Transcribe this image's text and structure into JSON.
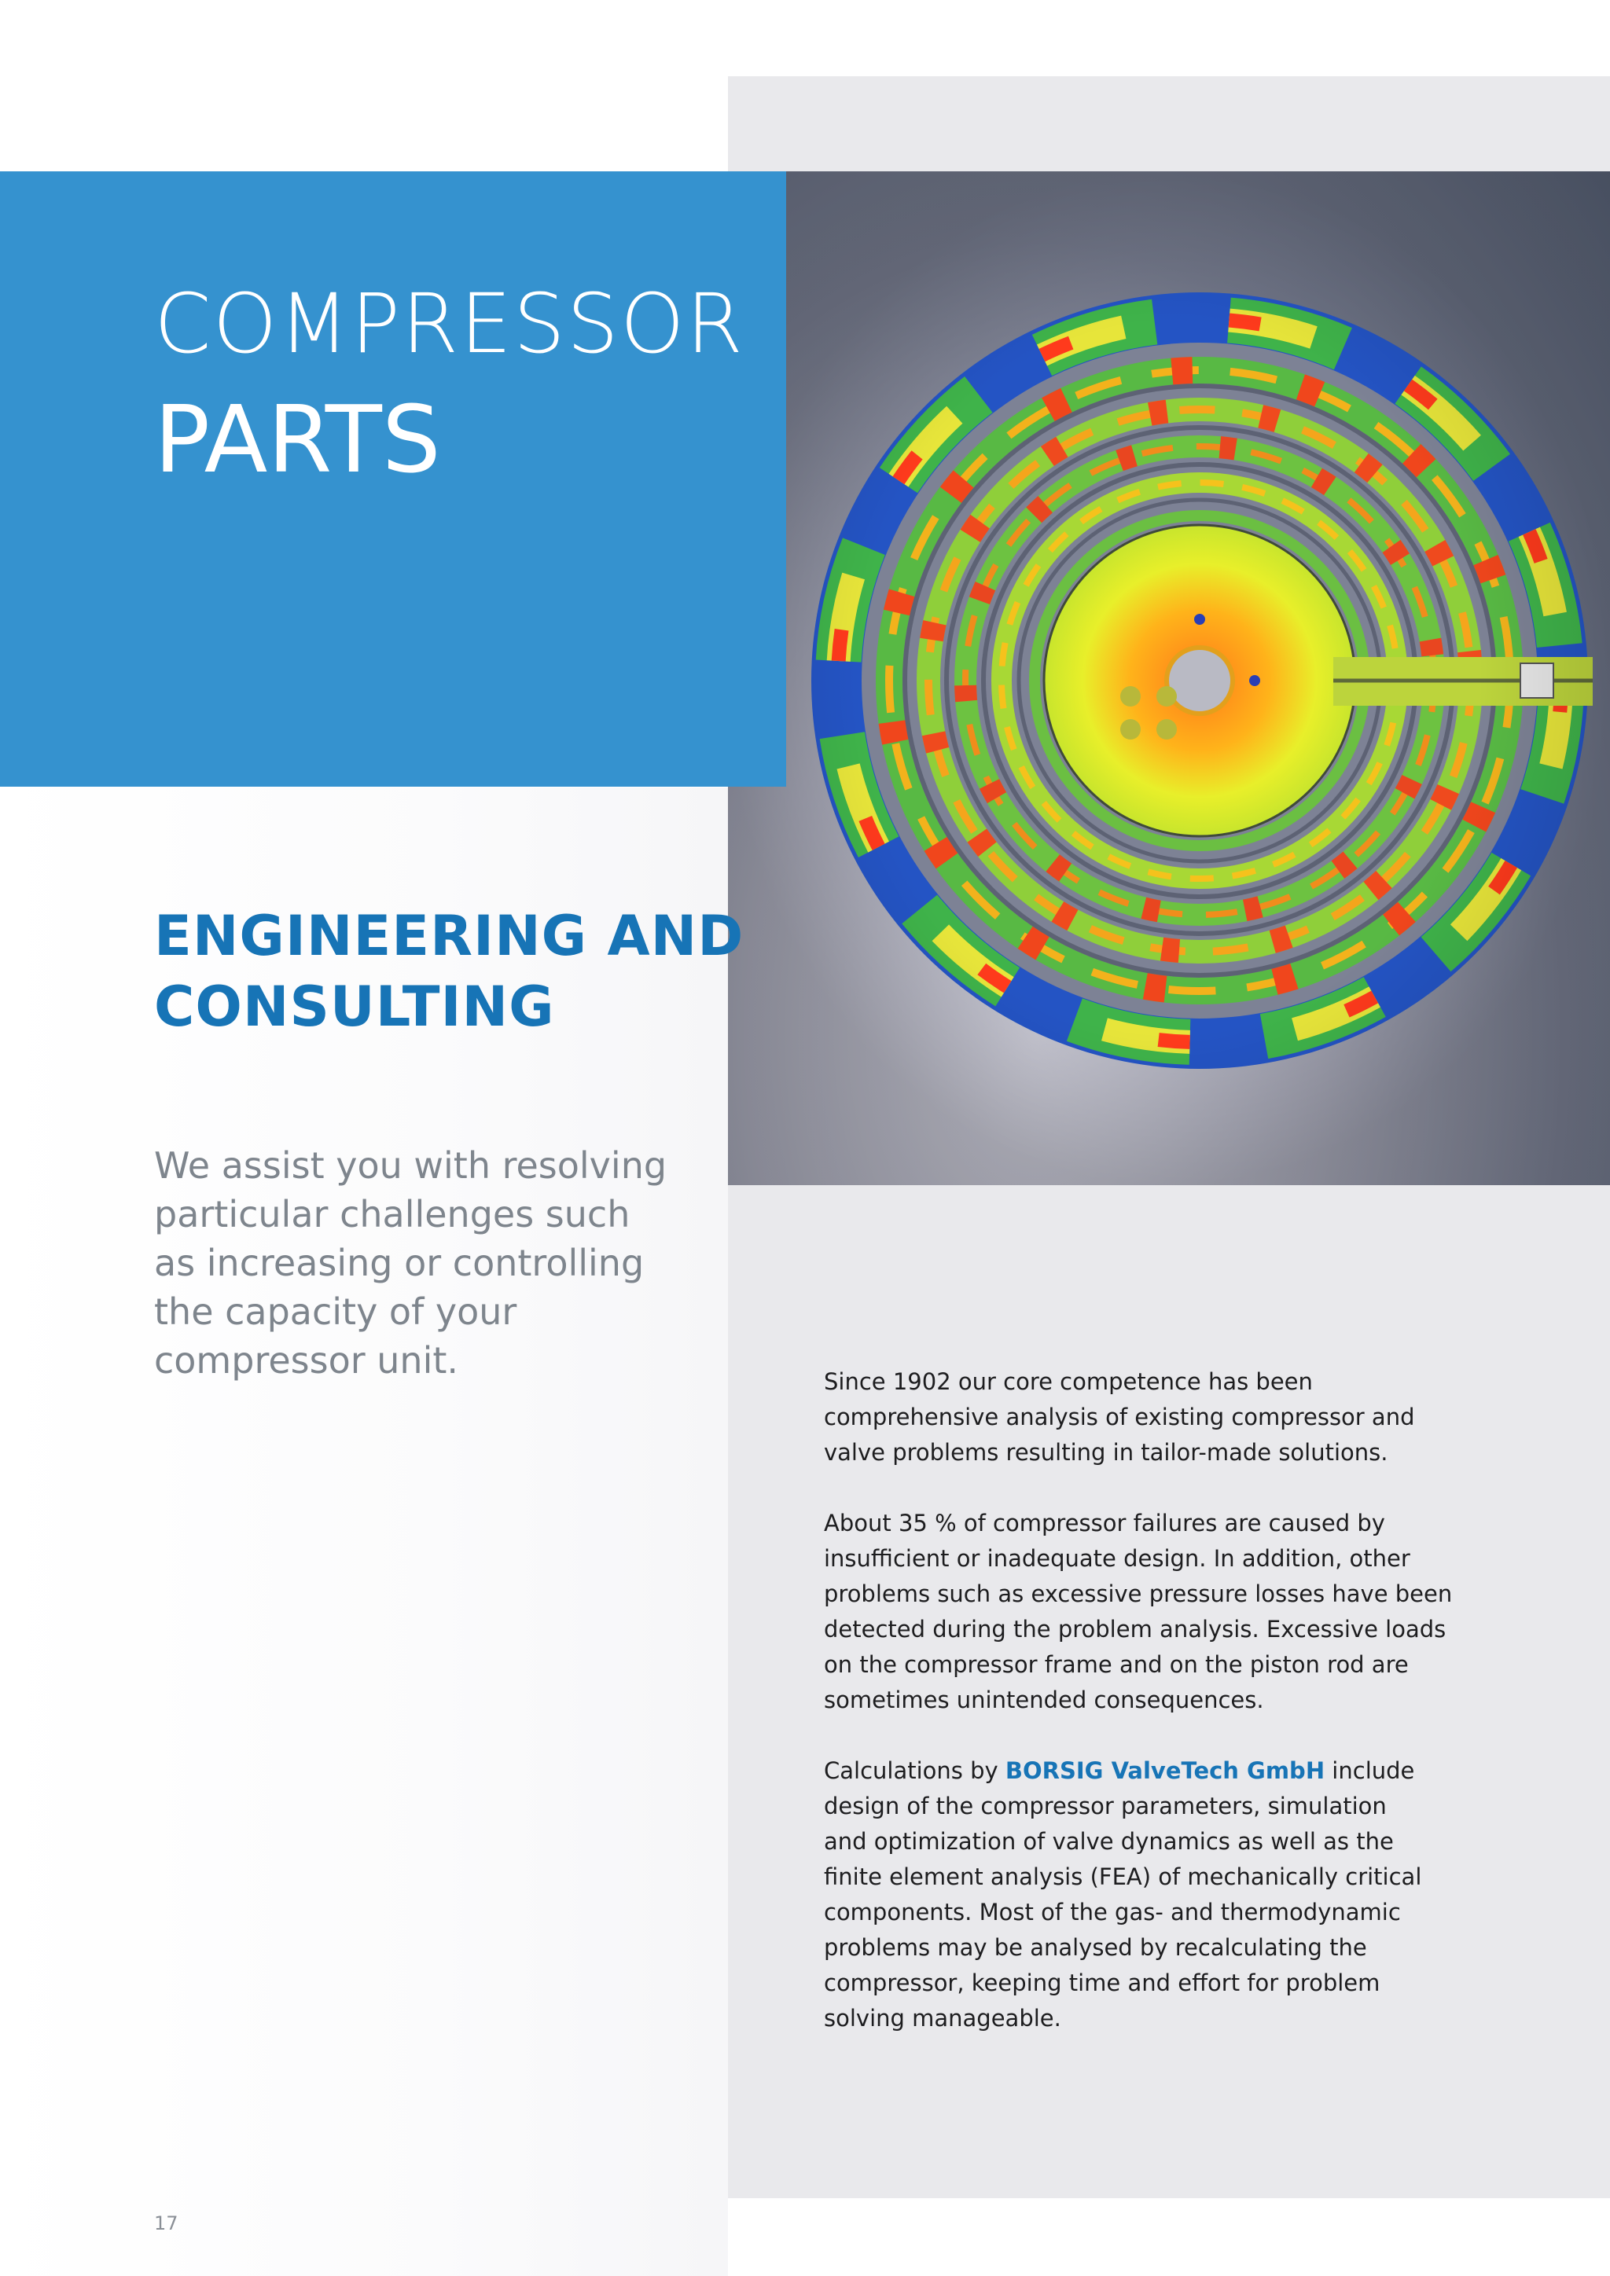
{
  "header": {
    "title_line1": "COMPRESSOR",
    "title_line2": "PARTS"
  },
  "section": {
    "heading_lines": [
      "ENGINEERING AND",
      "CONSULTING"
    ],
    "lead_lines": [
      "We assist you with resolving",
      "particular challenges such",
      "as increasing or controlling",
      "the capacity of your",
      "compressor unit."
    ]
  },
  "body": {
    "p1_lines": [
      "Since 1902 our core competence has been",
      "comprehensive analysis of existing compressor and",
      "valve problems resulting in tailor-made solutions."
    ],
    "p2_lines": [
      "About 35 % of compressor failures are caused by",
      "insufficient or inadequate design. In addition, other",
      "problems such as excessive pressure losses have been",
      "detected during the problem analysis. Excessive loads",
      "on the compressor frame and on the piston rod are",
      "sometimes unintended consequences."
    ],
    "p3_prefix": "Calculations by ",
    "p3_brand": "BORSIG ValveTech GmbH",
    "p3_suffix": " include",
    "p3_lines": [
      "design of the compressor parameters, simulation",
      "and optimization of valve dynamics as well as the",
      "finite element analysis (FEA) of mechanically critical",
      "components. Most of the gas- and thermodynamic",
      "problems may be analysed by recalculating the",
      "compressor, keeping time and effort for problem",
      "solving manageable."
    ]
  },
  "footer": {
    "page_number": "17"
  },
  "colors": {
    "brand_blue": "#1774b6",
    "title_box": "#3592cf",
    "panel_grey": "#e9e9ec",
    "lead_grey": "#7e858d"
  },
  "image": {
    "subject": "fea-valve-plate-stress-plot"
  }
}
